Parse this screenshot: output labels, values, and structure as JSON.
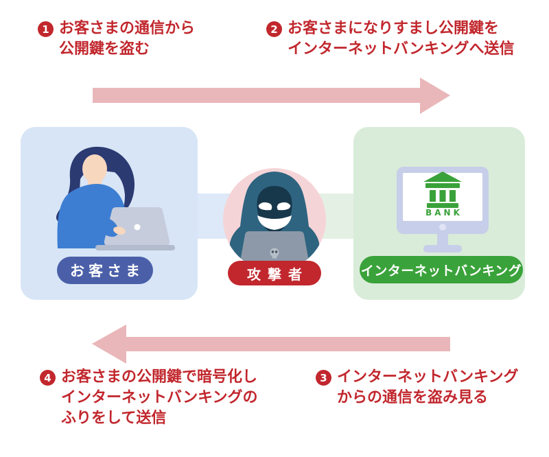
{
  "steps": [
    {
      "num": "1",
      "lines": [
        "お客さまの通信から",
        "公開鍵を盗む"
      ]
    },
    {
      "num": "2",
      "lines": [
        "お客さまになりすまし公開鍵を",
        "インターネットバンキングへ送信"
      ]
    },
    {
      "num": "3",
      "lines": [
        "インターネットバンキング",
        "からの通信を盗み見る"
      ]
    },
    {
      "num": "4",
      "lines": [
        "お客さまの公開鍵で暗号化し",
        "インターネットバンキングの",
        "ふりをして送信"
      ]
    }
  ],
  "entities": {
    "customer": {
      "label": "お客さま"
    },
    "attacker": {
      "label": "攻撃者"
    },
    "bank": {
      "label": "インターネットバンキング",
      "screen_label": "BANK"
    }
  },
  "icons": {
    "customer": "woman-at-laptop-icon",
    "attacker": "hooded-hacker-icon",
    "attacker_laptop": "skull-laptop-icon",
    "bank": "bank-building-monitor-icon",
    "flow_top": "arrow-right",
    "flow_bottom": "arrow-left"
  },
  "colors": {
    "red": "#c1272d",
    "arrow": "#e9b7ba",
    "box_blue": "#d7e5f6",
    "box_green": "#d9ecd9",
    "band_blue": "#dde9f8",
    "band_green": "#e4f0e4",
    "circle_pink": "#f5d4d7",
    "pill_customer": "#4a5fa8",
    "pill_attacker": "#c1272d",
    "pill_bank": "#3aa23a",
    "bank_green": "#3aa23a",
    "hood": "#2e6480",
    "hood_face": "#17374b",
    "monitor": "#c7cee9",
    "laptop": "#c6ccdb",
    "attacker_laptop": "#8d99a8",
    "hair": "#2c3a72",
    "skin": "#f8d7bf",
    "shirt": "#3d7ed2"
  }
}
